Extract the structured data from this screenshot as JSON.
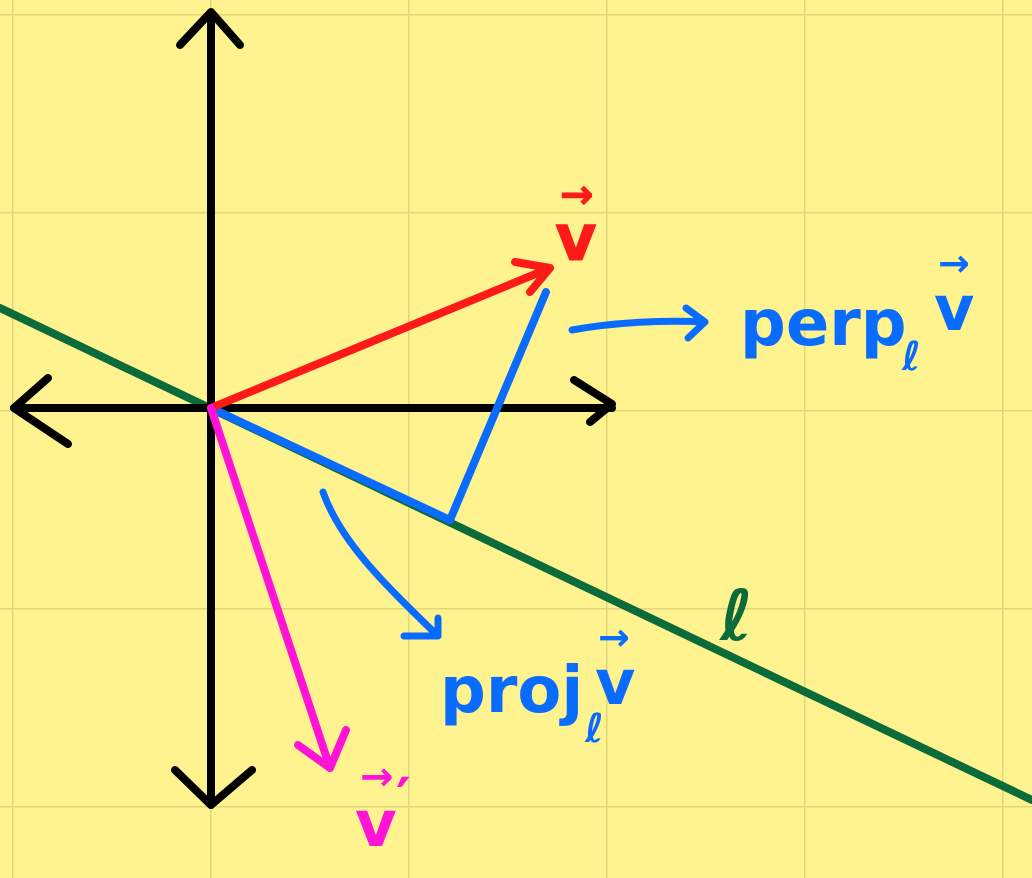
{
  "colors": {
    "paper": "#fff38f",
    "grid": "#e2d67c",
    "axes": "#000000",
    "v": "#ff1a1a",
    "proj_perp": "#0a6cff",
    "reflection": "#ff14d7",
    "line_l": "#0b6b3a"
  },
  "labels": {
    "v": "v",
    "v_arrow": "→",
    "perp_main": "perp",
    "perp_sub": "ℓ",
    "perp_v": "v",
    "proj_main": "proj",
    "proj_sub": "ℓ",
    "proj_v": "v",
    "vprime_v": "v",
    "vprime_prime": "′",
    "line_name": "ℓ"
  }
}
